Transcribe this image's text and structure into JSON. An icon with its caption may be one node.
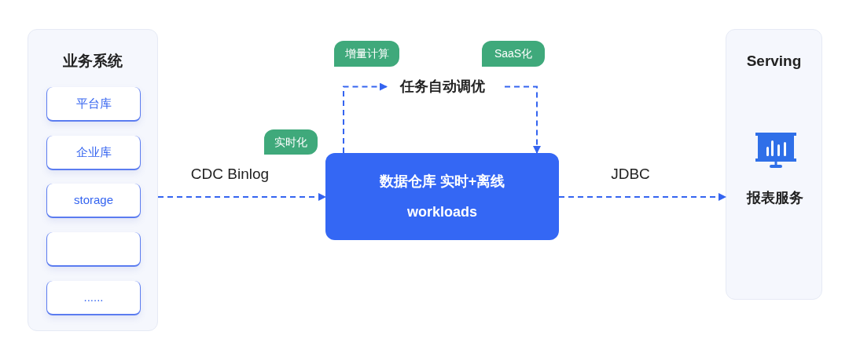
{
  "diagram": {
    "nodes": [
      {
        "text": [
          "业务系统"
        ]
      },
      {
        "text": [
          "平台库"
        ],
        "in": 0
      },
      {
        "text": [
          "企业库"
        ],
        "in": 0
      },
      {
        "text": [
          "storage"
        ],
        "in": 0
      },
      {
        "text": [],
        "shape": "box",
        "in": 0
      },
      {
        "text": [
          "......"
        ],
        "in": 0
      },
      {
        "text": [
          "增量计算"
        ]
      },
      {
        "text": [
          "SaaS化"
        ]
      },
      {
        "text": [
          "任务自动调优"
        ]
      },
      {
        "text": [
          "实时化"
        ]
      },
      {
        "text": [
          "数据仓库 实时+离线",
          "workloads"
        ]
      },
      {
        "text": [
          "Serving"
        ]
      },
      {
        "text": [
          "报表服务"
        ],
        "in": 11
      }
    ],
    "edges": [
      {
        "from": 0,
        "to": 10,
        "arrow": "to",
        "label": "CDC Binlog",
        "style": "dashed"
      },
      {
        "from": 10,
        "to": 8,
        "arrow": "to",
        "style": "dashed"
      },
      {
        "from": 8,
        "to": 10,
        "arrow": "to",
        "style": "dashed"
      },
      {
        "from": 10,
        "to": 11,
        "arrow": "to",
        "label": "JDBC",
        "style": "dashed"
      }
    ]
  }
}
